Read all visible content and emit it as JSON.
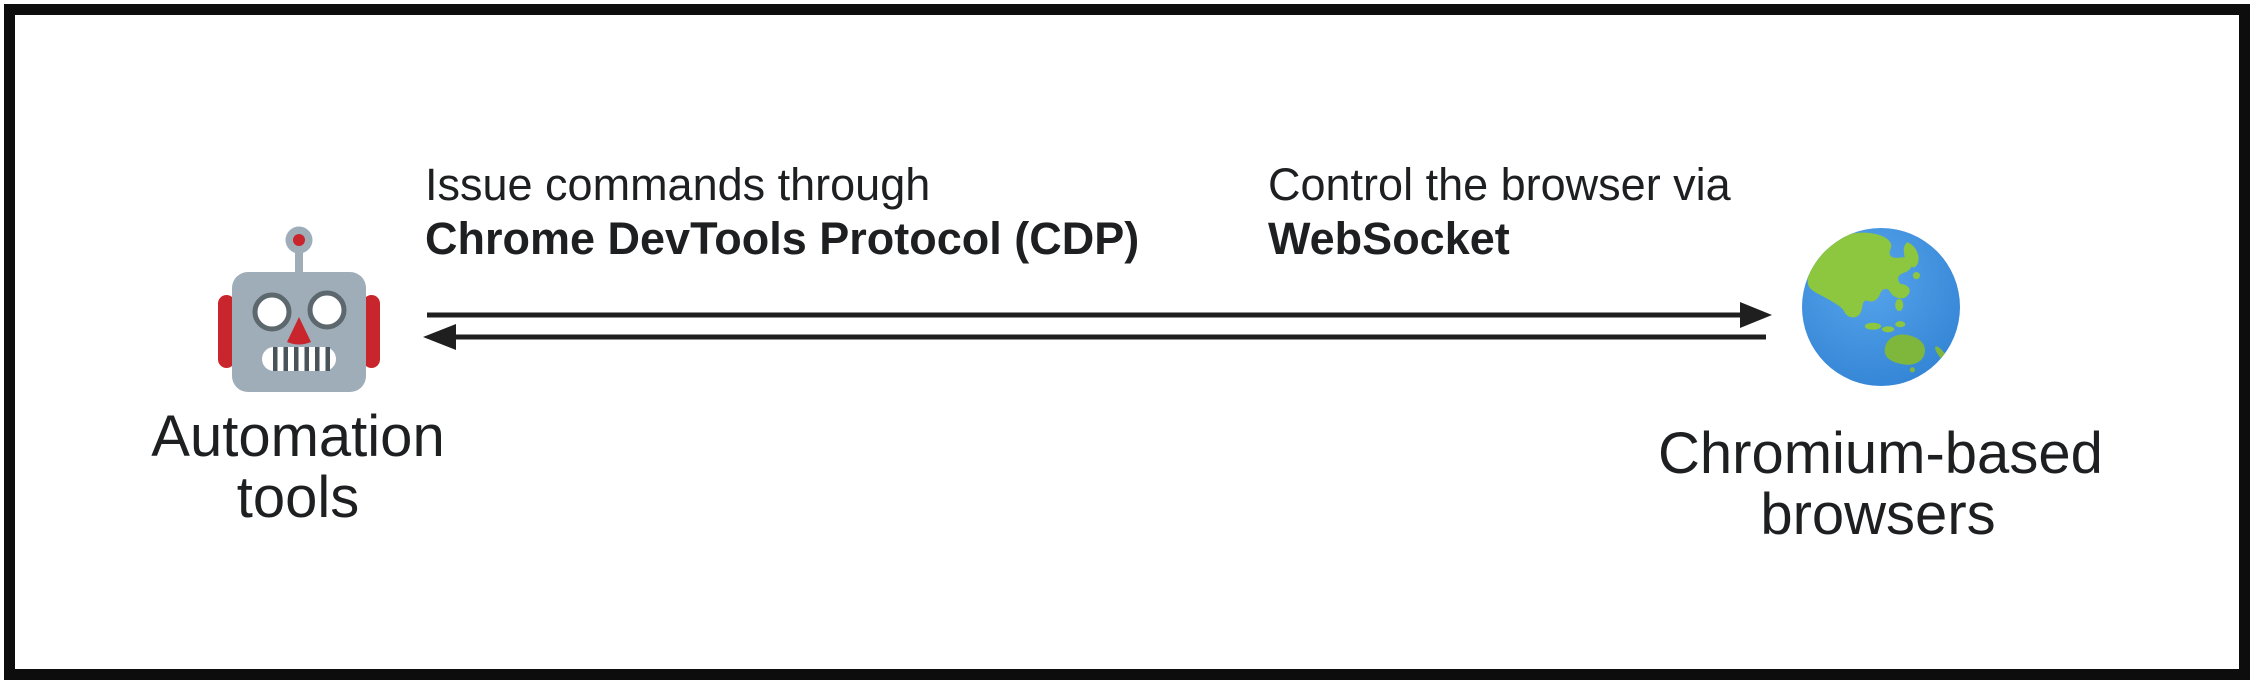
{
  "diagram_title": "Automation tools communicating with Chromium-based browsers over CDP",
  "nodes": {
    "left": {
      "icon": "robot-icon",
      "title_line1": "Automation",
      "title_line2": "tools"
    },
    "right": {
      "icon": "globe-icon",
      "title_line1": "Chromium-based",
      "title_line2": "browsers"
    }
  },
  "labels": {
    "left": {
      "line1": "Issue commands through",
      "line2": "Chrome DevTools Protocol (CDP)"
    },
    "right": {
      "line1": "Control the browser via",
      "line2": "WebSocket"
    }
  },
  "arrows": {
    "top": {
      "direction": "left-to-right"
    },
    "bottom": {
      "direction": "right-to-left"
    }
  },
  "colors": {
    "frame": "#0d0d0d",
    "text": "#1e1f21",
    "arrow": "#1f1f1f",
    "robot_head": "#9FADB9",
    "robot_red": "#C8262C",
    "robot_eye_ring": "#5C676E",
    "robot_mouth_bar": "#49535A",
    "globe_ocean": "#3E8EDC",
    "globe_ocean_light": "#57A5EC",
    "globe_ocean_dark": "#2E7FD2",
    "globe_land": "#8DC63F",
    "globe_land_dark": "#7FB73D"
  }
}
